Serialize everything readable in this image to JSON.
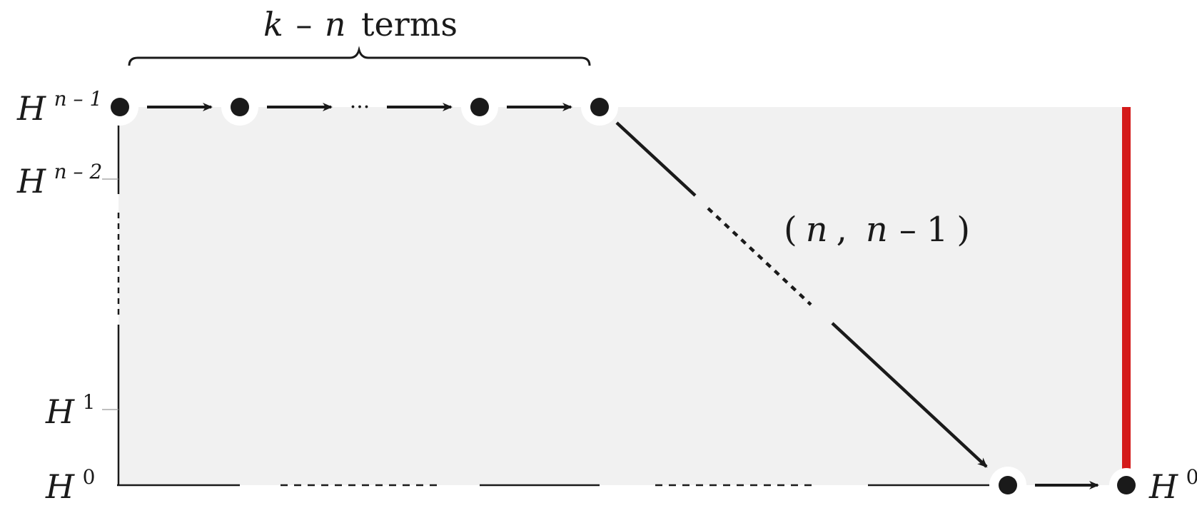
{
  "title": {
    "k": "k",
    "minus": "–",
    "n": "n",
    "terms": "terms"
  },
  "axis_labels": {
    "top": {
      "base": "H",
      "exp": "n – 1"
    },
    "second": {
      "base": "H",
      "exp": "n – 2"
    },
    "one": {
      "base": "H",
      "exp": "1"
    },
    "zero_left": {
      "base": "H",
      "exp": "0"
    },
    "zero_right": {
      "base": "H",
      "exp": "0"
    }
  },
  "ellipsis": "···",
  "diagonal_label": {
    "open": "(",
    "n1": "n",
    "comma": ",",
    "n2": "n",
    "minus": "–",
    "one": "1",
    "close": ")"
  },
  "colors": {
    "region_fill": "#f1f1f1",
    "ink": "#1a1a1a",
    "accent_red": "#d41a1a"
  }
}
